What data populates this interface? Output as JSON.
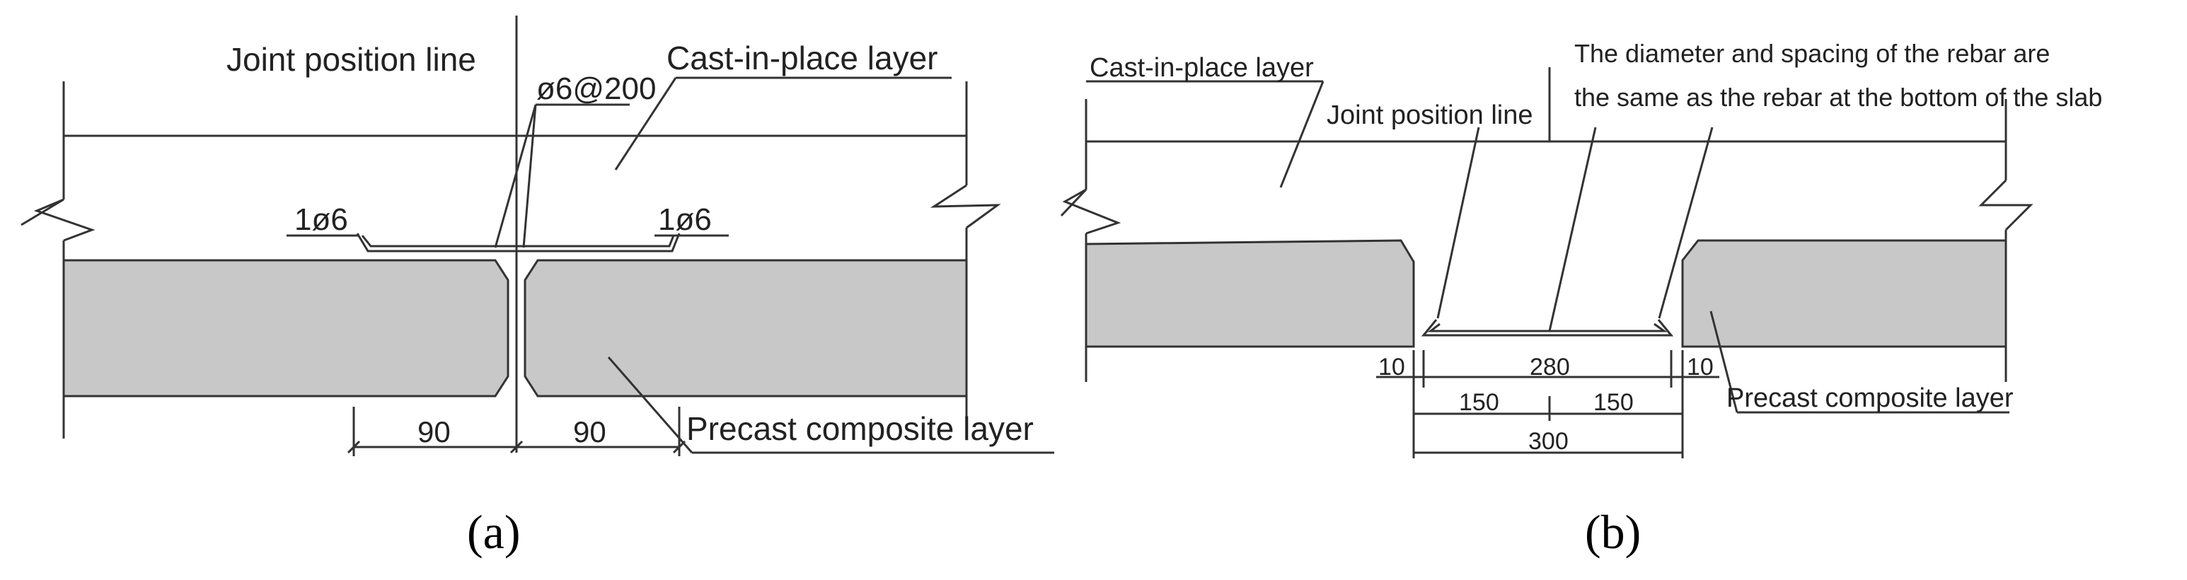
{
  "diagram_a": {
    "joint_position_line": "Joint position line",
    "cast_in_place_layer": "Cast-in-place layer",
    "rebar_spec": "ø6@200",
    "left_rebar_label": "1ø6",
    "right_rebar_label": "1ø6",
    "precast_composite_layer": "Precast composite layer",
    "dim_left": "90",
    "dim_right": "90",
    "caption": "(a)"
  },
  "diagram_b": {
    "cast_in_place_layer": "Cast-in-place layer",
    "rebar_note_line1": "The diameter and spacing of the rebar are",
    "rebar_note_line2": "the same as the rebar at the bottom of the slab",
    "joint_position_line": "Joint position line",
    "precast_composite_layer": "Precast composite layer",
    "dim_gap_left": "10",
    "dim_rebar": "280",
    "dim_gap_right": "10",
    "dim_half_left": "150",
    "dim_half_right": "150",
    "dim_total": "300",
    "caption": "(b)"
  },
  "colors": {
    "precast_fill": "#c8c8c8",
    "line": "#333333"
  }
}
